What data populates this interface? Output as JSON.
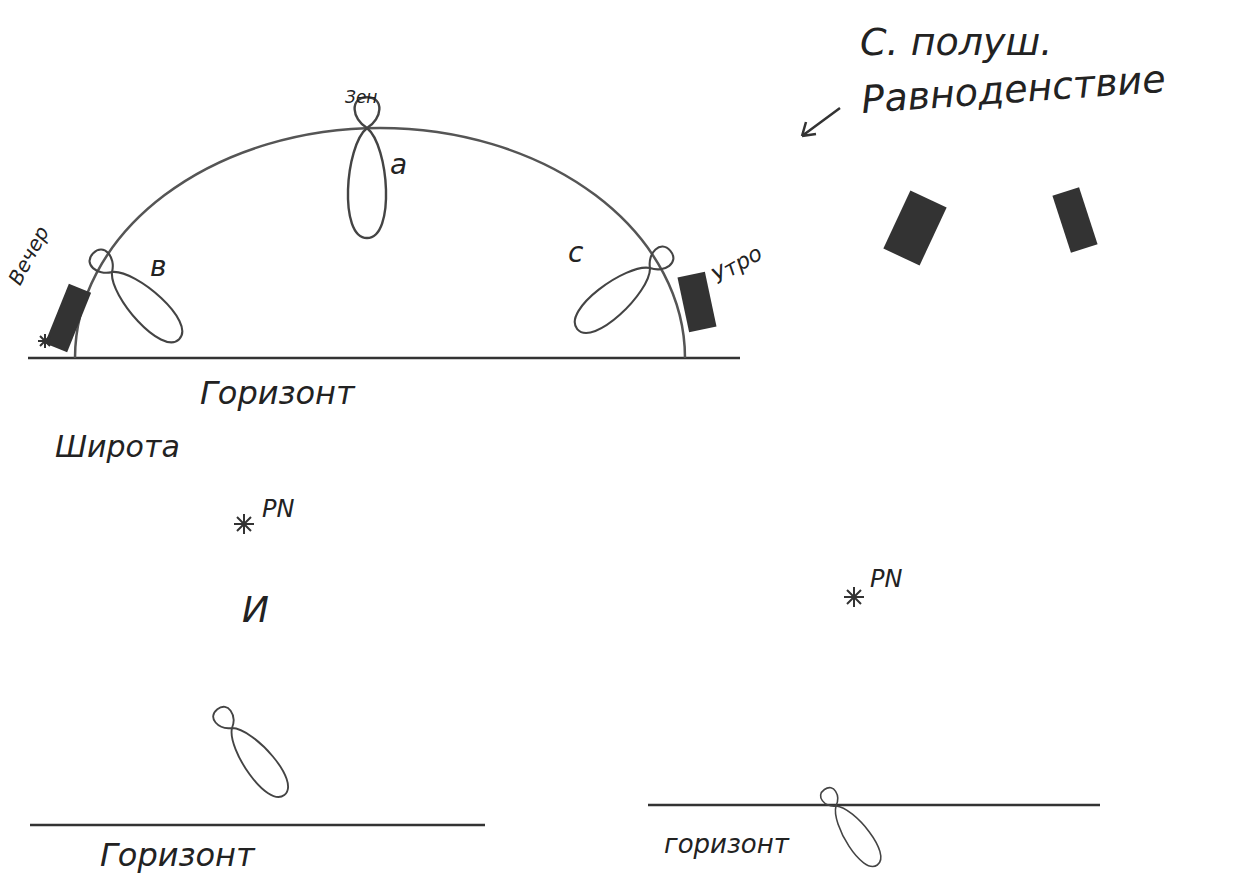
{
  "diagram": {
    "labels": [
      "Зен",
      "a",
      "Вечер",
      "в",
      "с",
      "Утро",
      "Горизонт",
      "Широта",
      "PN",
      "И",
      "Горизонт",
      "С. полуш.",
      "Равноденствие",
      "PN",
      "горизонт"
    ]
  }
}
